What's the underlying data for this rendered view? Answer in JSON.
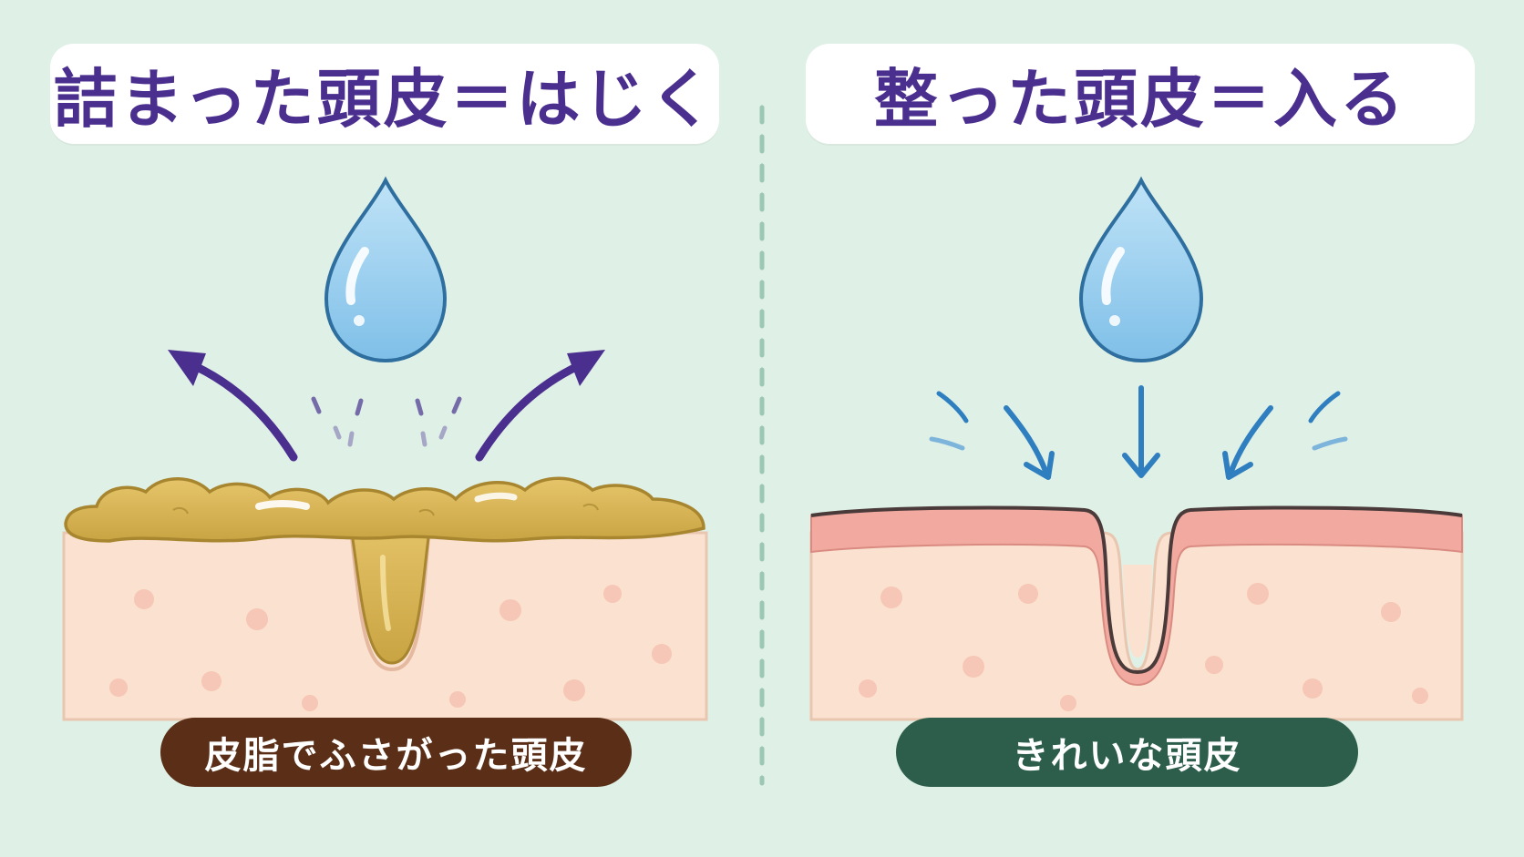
{
  "left_panel": {
    "title": "詰まった頭皮＝はじく",
    "caption": "皮脂でふさがった頭皮"
  },
  "right_panel": {
    "title": "整った頭皮＝入る",
    "caption": "きれいな頭皮"
  },
  "colors": {
    "background": "#dff0e6",
    "title_text": "#4b2f8f",
    "left_caption_bg": "#5a2e17",
    "right_caption_bg": "#2c5e4b",
    "water_drop": "#8ec9ec",
    "deflect_arrow": "#4b2f8f",
    "absorb_arrow": "#2f7fc0",
    "sebum": "#d8b65a",
    "skin": "#fbe1cf",
    "healthy_skin_layer": "#f2aaa0",
    "divider": "#9cc7b4"
  },
  "icons": [
    "water-drop-icon",
    "deflect-arrow-icon",
    "absorb-arrow-icon"
  ]
}
